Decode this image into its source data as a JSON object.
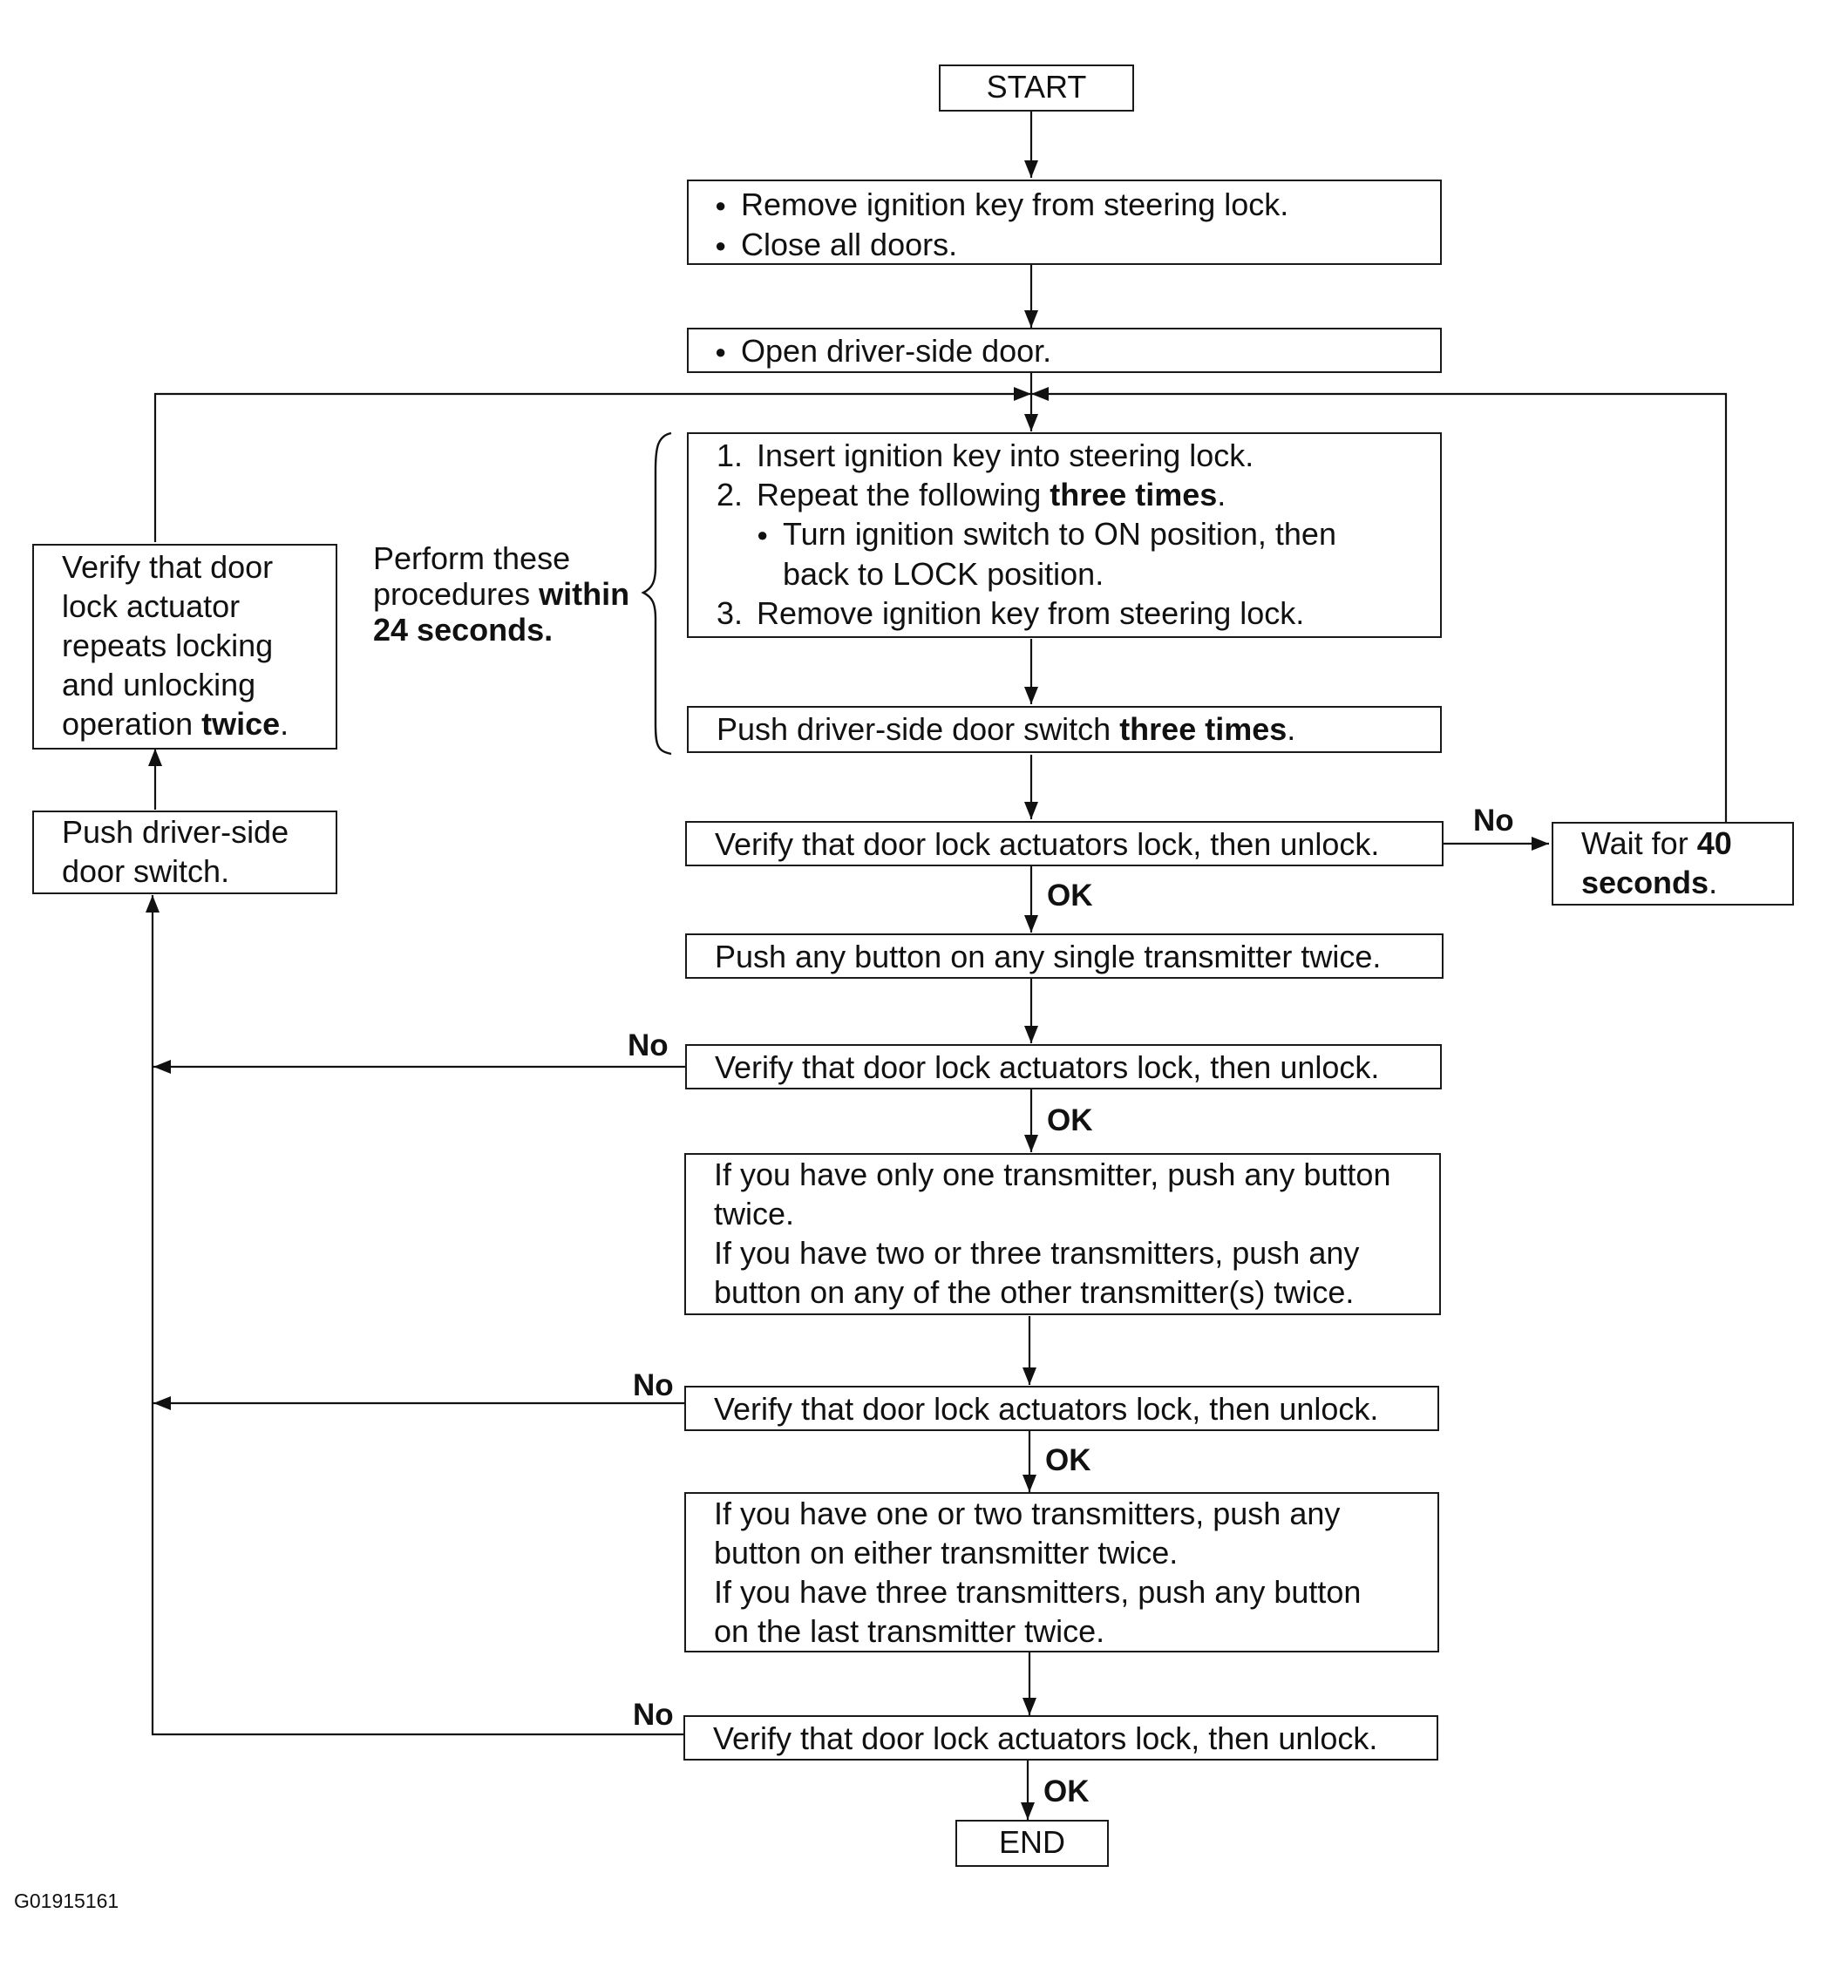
{
  "nodes": {
    "start": "START",
    "step1": [
      "Remove ignition key from steering lock.",
      "Close all doors."
    ],
    "step2": "Open driver-side door.",
    "step3": {
      "l1_num": "1.",
      "l1": "Insert ignition key into steering lock.",
      "l2_num": "2.",
      "l2_a": "Repeat the following ",
      "l2_b": "three times",
      "l2_c": ".",
      "l3": "Turn ignition switch to ON position, then",
      "l4": "back to LOCK position.",
      "l5_num": "3.",
      "l5": "Remove ignition key from steering lock."
    },
    "step4": {
      "a": "Push driver-side door switch ",
      "b": "three times",
      "c": "."
    },
    "verify1": "Verify that door lock actuators lock, then unlock.",
    "wait": {
      "a": "Wait for ",
      "b1": "40",
      "b2": "seconds",
      "c": "."
    },
    "push_any": "Push any button on any single transmitter twice.",
    "verify2": "Verify that door lock actuators lock, then unlock.",
    "step_other": [
      "If you have only one transmitter, push any button",
      "twice.",
      "If you have two or three transmitters, push any",
      "button on any of the other transmitter(s) twice."
    ],
    "verify3": "Verify that door lock actuators lock, then unlock.",
    "step_last": [
      "If you have one or two transmitters, push any",
      "button on either transmitter twice.",
      "If you have three transmitters, push any button",
      "on the last transmitter twice."
    ],
    "verify4": "Verify that door lock actuators lock, then unlock.",
    "end": "END",
    "left_push": [
      "Push driver-side",
      "door switch."
    ],
    "left_verify": {
      "l1": "Verify that door",
      "l2": "lock actuator",
      "l3": "repeats locking",
      "l4": "and unlocking",
      "l5_a": "operation ",
      "l5_b": "twice",
      "l5_c": "."
    }
  },
  "note": {
    "l1": "Perform these",
    "l2_a": "procedures ",
    "l2_b": "within",
    "l3": "24 seconds."
  },
  "labels": {
    "no": "No",
    "ok": "OK"
  },
  "figure_code": "G01915161"
}
